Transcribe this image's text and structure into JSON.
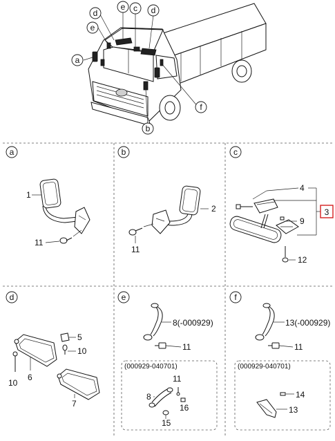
{
  "panels": {
    "a": {
      "letter": "a"
    },
    "b": {
      "letter": "b"
    },
    "c": {
      "letter": "c"
    },
    "d": {
      "letter": "d"
    },
    "e": {
      "letter": "e"
    },
    "f": {
      "letter": "f"
    }
  },
  "overview": {
    "callouts": [
      "a",
      "b",
      "c",
      "d",
      "e",
      "f",
      "d",
      "e"
    ]
  },
  "parts": {
    "p1": "1",
    "p2": "2",
    "p3": "3",
    "p4": "4",
    "p5": "5",
    "p6": "6",
    "p7": "7",
    "p8e": "8(-000929)",
    "p8e2": "8",
    "p9": "9",
    "p10a": "10",
    "p10b": "10",
    "p11a": "11",
    "p11b": "11",
    "p11e": "11",
    "p11e2": "11",
    "p11f": "11",
    "p12": "12",
    "p13f": "13(-000929)",
    "p13f2": "13",
    "p14": "14",
    "p15": "15",
    "p16": "16"
  },
  "notes": {
    "e_range": "(000929-040701)",
    "f_range": "(000929-040701)"
  },
  "highlight_color": "#d42020"
}
